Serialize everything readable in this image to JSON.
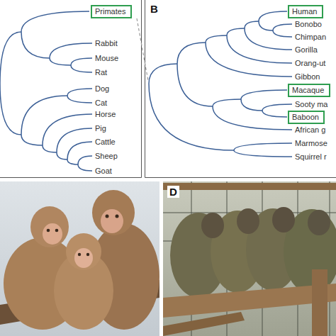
{
  "diagram": {
    "nodes": [
      {
        "text": [
          "Primates"
        ]
      },
      {
        "text": [
          "Human"
        ]
      },
      {
        "text": [
          "Macaque"
        ]
      },
      {
        "text": [
          "Baboon"
        ]
      }
    ],
    "labels": [
      "Rabbit",
      "Mouse",
      "Rat",
      "Dog",
      "Cat",
      "Horse",
      "Pig",
      "Cattle",
      "Sheep",
      "Goat",
      "B",
      "Bonobo",
      "Chimpan",
      "Gorilla",
      "Orang-ut",
      "Gibbon",
      "Sooty ma",
      "African g",
      "Marmose",
      "Squirrel r",
      "D"
    ]
  }
}
